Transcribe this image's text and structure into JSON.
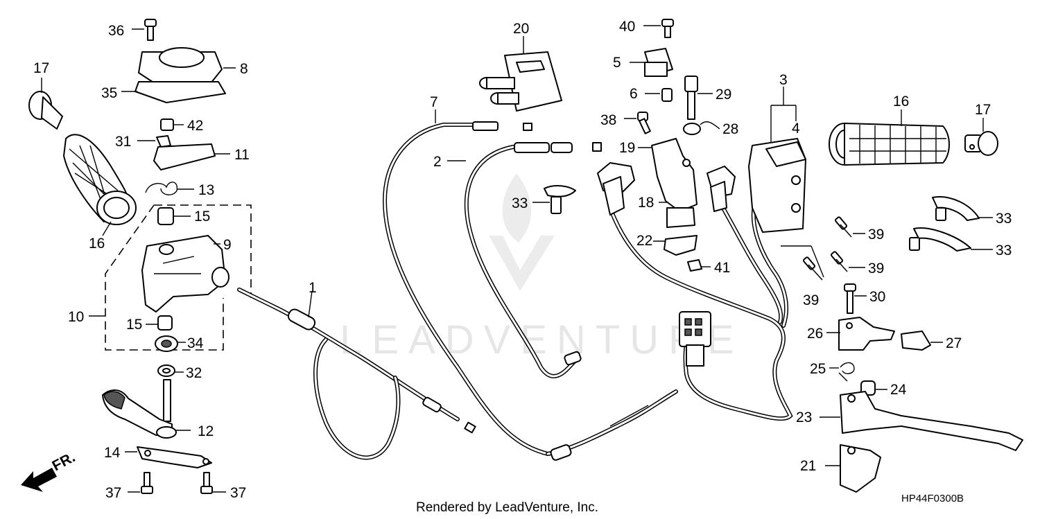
{
  "diagram": {
    "watermark": "LEADVENTURE",
    "footer": "Rendered by LeadVenture, Inc.",
    "code": "HP44F0300B",
    "direction": "FR.",
    "labels": {
      "l1": "1",
      "l2": "2",
      "l3": "3",
      "l4": "4",
      "l5": "5",
      "l6": "6",
      "l7": "7",
      "l8": "8",
      "l9": "9",
      "l10": "10",
      "l11": "11",
      "l12": "12",
      "l13": "13",
      "l14": "14",
      "l15a": "15",
      "l15b": "15",
      "l16a": "16",
      "l16b": "16",
      "l17a": "17",
      "l17b": "17",
      "l18": "18",
      "l19": "19",
      "l20": "20",
      "l21": "21",
      "l22": "22",
      "l23": "23",
      "l24": "24",
      "l25": "25",
      "l26": "26",
      "l27": "27",
      "l28": "28",
      "l29": "29",
      "l30": "30",
      "l31": "31",
      "l32": "32",
      "l33a": "33",
      "l33b": "33",
      "l33c": "33",
      "l34": "34",
      "l35": "35",
      "l36": "36",
      "l37a": "37",
      "l37b": "37",
      "l38": "38",
      "l39a": "39",
      "l39b": "39",
      "l39c": "39",
      "l40": "40",
      "l41": "41",
      "l42": "42"
    }
  }
}
